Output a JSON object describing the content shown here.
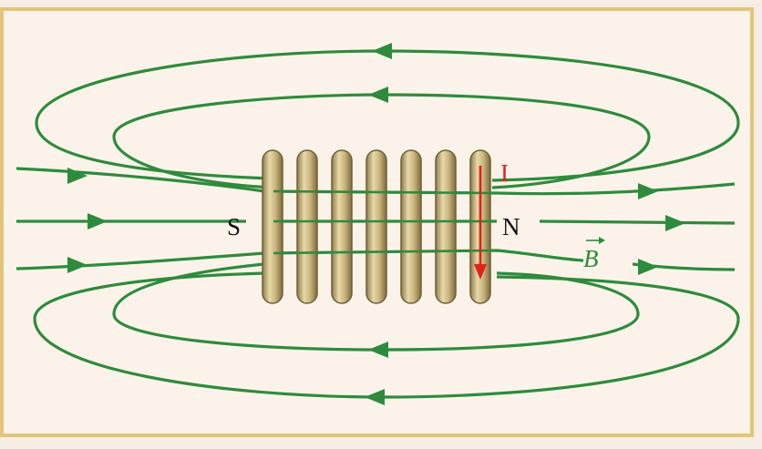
{
  "diagram": {
    "south_label": "S",
    "north_label": "N",
    "current_label": "I",
    "field_label": "B",
    "colors": {
      "background": "#f7ede4",
      "border": "#e2c57a",
      "field_line": "#2e8b3c",
      "coil_fill": "#cdbb8a",
      "coil_stroke": "#6f6036",
      "current": "#e0221b",
      "text": "#111111"
    }
  }
}
